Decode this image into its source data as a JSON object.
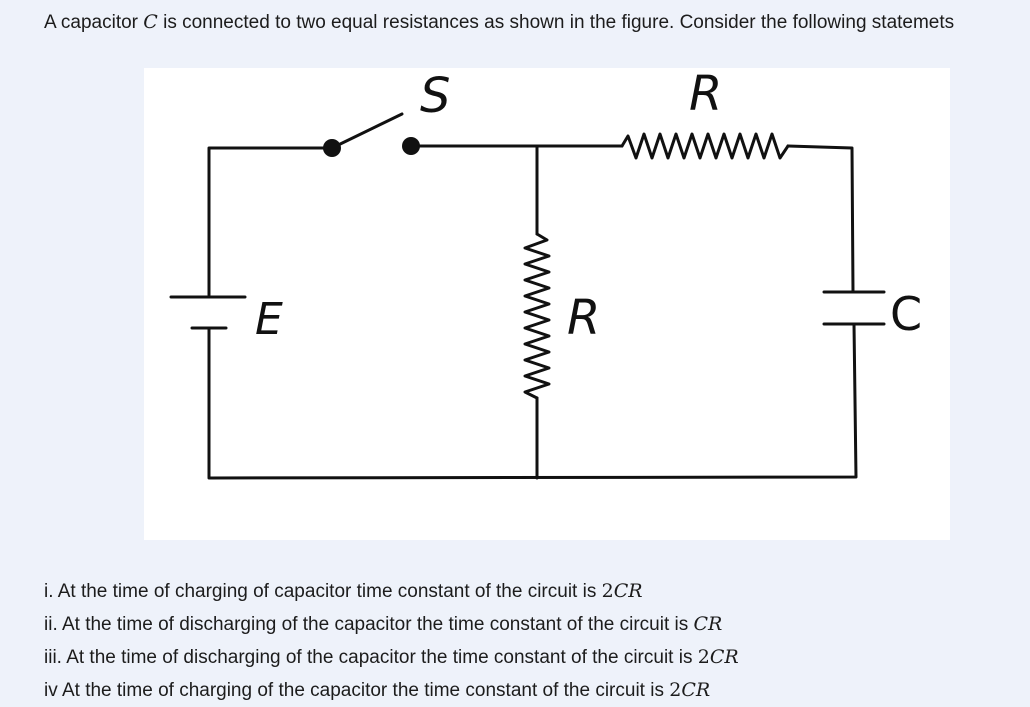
{
  "question": {
    "text_before": "A capacitor ",
    "symbol": "C",
    "text_after": " is connected to two equal resistances as shown in the figure. Consider the following statemets"
  },
  "figure": {
    "switch_label": "S",
    "top_resistor_label": "R",
    "middle_resistor_label": "R",
    "battery_label": "E",
    "capacitor_label": "C"
  },
  "statements": [
    {
      "prefix": "i.",
      "text": "At the time of charging of capacitor time constant of the circuit is",
      "num": "2",
      "sym": "CR"
    },
    {
      "prefix": "ii.",
      "text": "At the time of discharging of the capacitor the time constant of the circuit is",
      "num": "",
      "sym": "CR"
    },
    {
      "prefix": "iii.",
      "text": "At the time of discharging of the capacitor the time constant of the circuit is",
      "num": "2",
      "sym": "CR"
    },
    {
      "prefix": "iv",
      "text": "At the time of charging of the capacitor the time constant of the circuit is",
      "num": "2",
      "sym": "CR"
    }
  ]
}
